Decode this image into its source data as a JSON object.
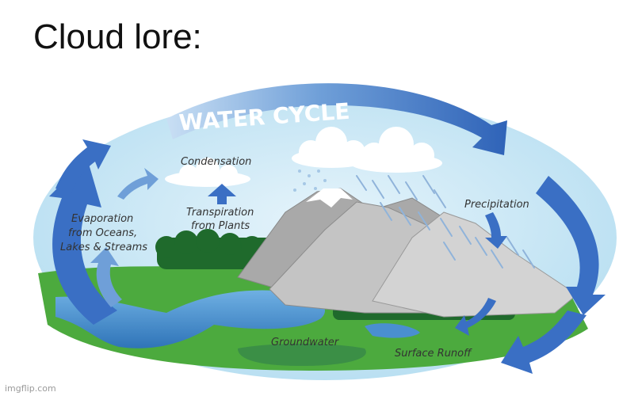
{
  "caption": "Cloud lore:",
  "diagram": {
    "title": "WATER CYCLE",
    "labels": {
      "condensation": "Condensation",
      "transpiration_line1": "Transpiration",
      "transpiration_line2": "from Plants",
      "evaporation_line1": "Evaporation",
      "evaporation_line2": "from Oceans,",
      "evaporation_line3": "Lakes & Streams",
      "precipitation": "Precipitation",
      "groundwater": "Groundwater",
      "surface_runoff": "Surface Runoff"
    },
    "colors": {
      "sky": "#c5e6f4",
      "arrow_blue": "#3a6fc4",
      "ground": "#4caa3e",
      "water": "#3f86c9",
      "mountain": "#b9b9b9",
      "snow": "#ffffff",
      "trees": "#1f6a2c"
    }
  },
  "watermark": "imgflip.com"
}
